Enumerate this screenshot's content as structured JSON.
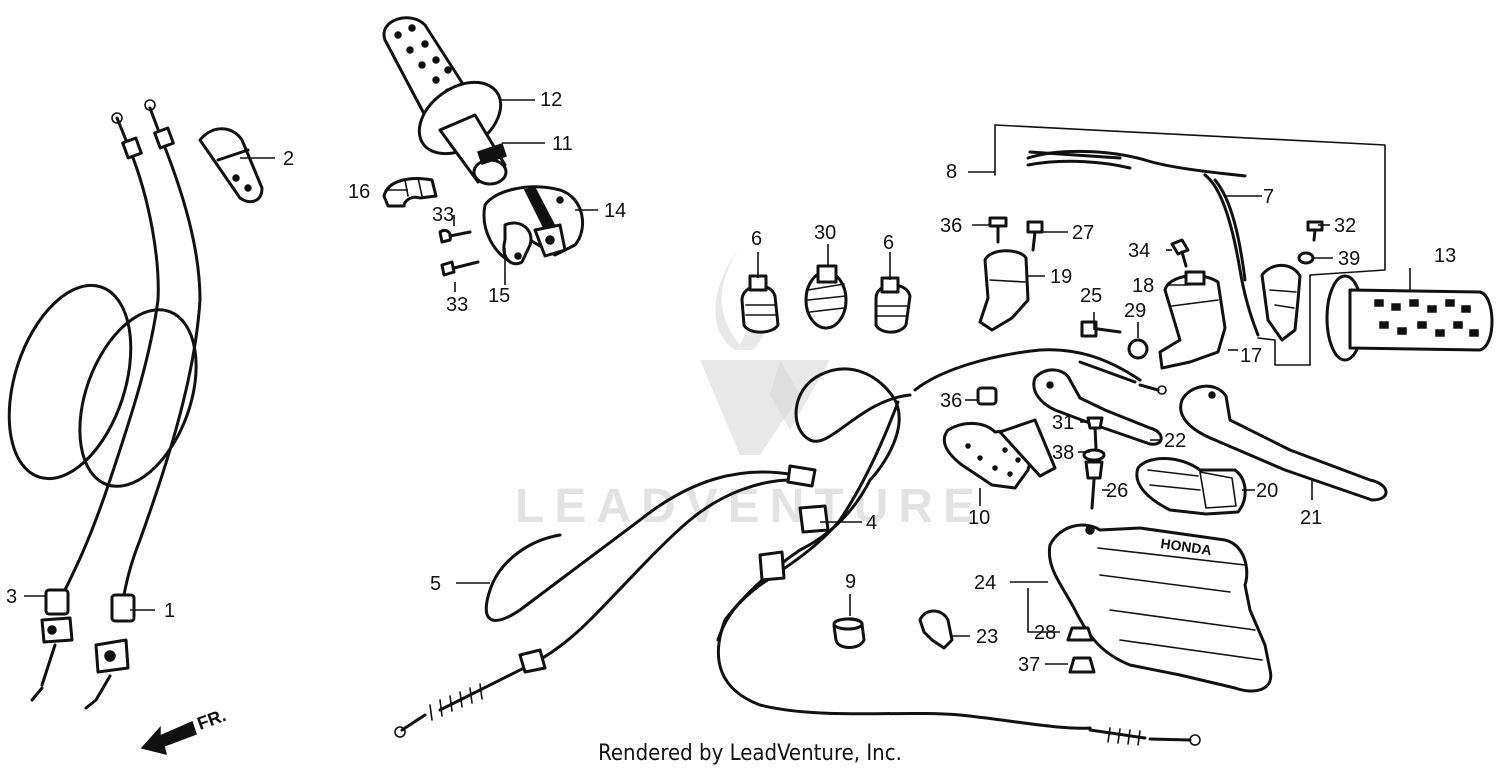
{
  "footer": "Rendered by LeadVenture, Inc.",
  "watermark": "LEADVENTURE",
  "direction_label": "FR.",
  "brand_text": "HONDA",
  "callouts": {
    "c1": "1",
    "c2": "2",
    "c3": "3",
    "c4": "4",
    "c5": "5",
    "c6a": "6",
    "c6b": "6",
    "c7": "7",
    "c8": "8",
    "c9": "9",
    "c10": "10",
    "c11": "11",
    "c12": "12",
    "c13": "13",
    "c14": "14",
    "c15": "15",
    "c16": "16",
    "c17": "17",
    "c18": "18",
    "c19": "19",
    "c20": "20",
    "c21": "21",
    "c22": "22",
    "c23": "23",
    "c24": "24",
    "c25": "25",
    "c26": "26",
    "c27": "27",
    "c28": "28",
    "c29": "29",
    "c30": "30",
    "c31": "31",
    "c32": "32",
    "c33a": "33",
    "c33b": "33",
    "c34": "34",
    "c36a": "36",
    "c36b": "36",
    "c37": "37",
    "c38": "38",
    "c39": "39"
  }
}
